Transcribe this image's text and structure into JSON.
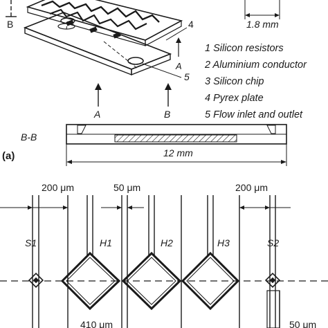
{
  "figure": {
    "top_view": {
      "label_b_top": "B",
      "callout_4": "4",
      "callout_5": "5",
      "label_a_near": "A",
      "section_a_left": "A",
      "section_b_right": "B"
    },
    "chip_width_dim": "1.8 mm",
    "legend": [
      "1 Silicon resistors",
      "2 Aluminium conductor",
      "3 Silicon chip",
      "4 Pyrex plate",
      "5 Flow inlet and outlet"
    ],
    "section": {
      "name": "B-B",
      "panel_label": "(a)",
      "length_dim": "12 mm"
    },
    "layout_view": {
      "dim_left_top": "200 μm",
      "dim_mid_top": "50 μm",
      "dim_right_top": "200 μm",
      "dim_bottom_left": "410 μm",
      "dim_bottom_right": "50 μm",
      "sensors": [
        {
          "id": "S1"
        },
        {
          "id": "H1"
        },
        {
          "id": "H2"
        },
        {
          "id": "H3"
        },
        {
          "id": "S2"
        }
      ]
    }
  }
}
